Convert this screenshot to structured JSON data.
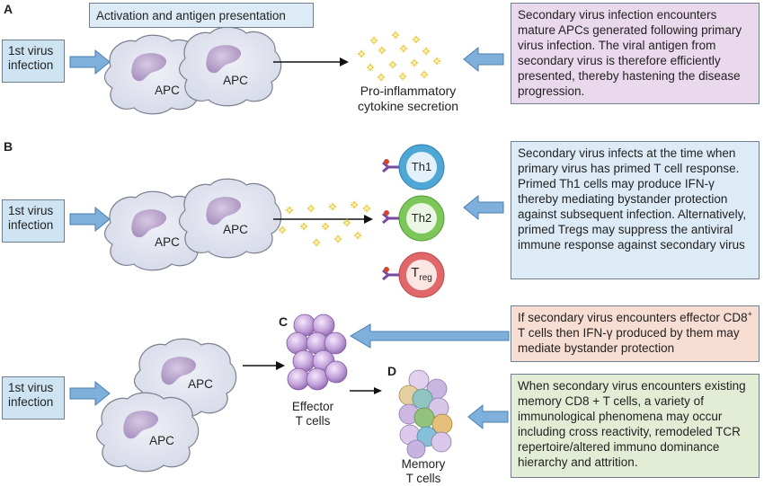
{
  "panels": {
    "a": "A",
    "b": "B",
    "c": "C",
    "d": "D"
  },
  "virus_label": "1st virus\ninfection",
  "apc_label": "APC",
  "activation_title": "Activation and antigen presentation",
  "cytokine_label": "Pro-inflammatory\ncytokine secretion",
  "box_a": "Secondary virus infection encounters mature APCs generated  following primary virus infection. The viral antigen from secondary virus is therefore efficiently presented, thereby hastening the disease progression.",
  "box_b": "Secondary virus infects at the time when primary virus has primed T cell response. Primed Th1 cells may produce IFN-γ thereby mediating bystander protection against subsequent infection. Alternatively, primed Tregs may suppress the antiviral immune response against secondary virus",
  "box_c": {
    "part1": "If  secondary virus encounters effector CD8",
    "sup": "+",
    "part2": " T cells then IFN-γ produced by them may mediate bystander protection"
  },
  "box_d": "When secondary virus encounters existing memory CD8 + T cells, a variety of immunological phenomena may occur including cross reactivity, remodeled TCR repertoire/altered immuno dominance hierarchy and attrition.",
  "tcells": {
    "th1": "Th1",
    "th2": "Th2",
    "treg_main": "T",
    "treg_sub": "reg"
  },
  "effector_label": "Effector\nT cells",
  "memory_label": "Memory\nT cells",
  "colors": {
    "apc_fill": "#dfe2ee",
    "apc_nucleus": "#b9a6cc",
    "arrow_blue": "#5f97c9",
    "star": "#d9b21a",
    "th1": "#4fa7d6",
    "th2": "#7cc65a",
    "treg": "#e0686a",
    "effector": "#a883c4"
  }
}
